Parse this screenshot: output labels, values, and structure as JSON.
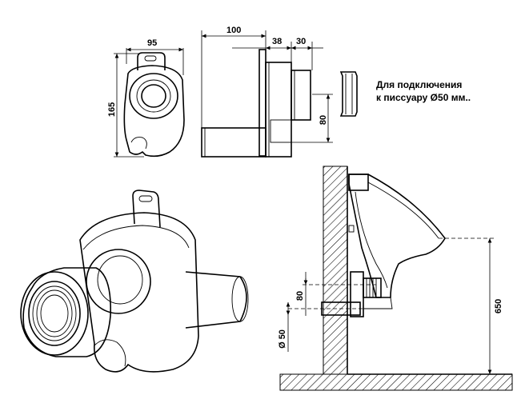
{
  "dimensions": {
    "top_width": "95",
    "top_height": "165",
    "side_length": "100",
    "side_a": "38",
    "side_b": "30",
    "side_offset": "80",
    "install_height": "650",
    "install_offset": "80",
    "install_diameter": "Ø 50"
  },
  "note": {
    "line1": "Для подключения",
    "line2": "к писсуару Ø50 мм.."
  }
}
